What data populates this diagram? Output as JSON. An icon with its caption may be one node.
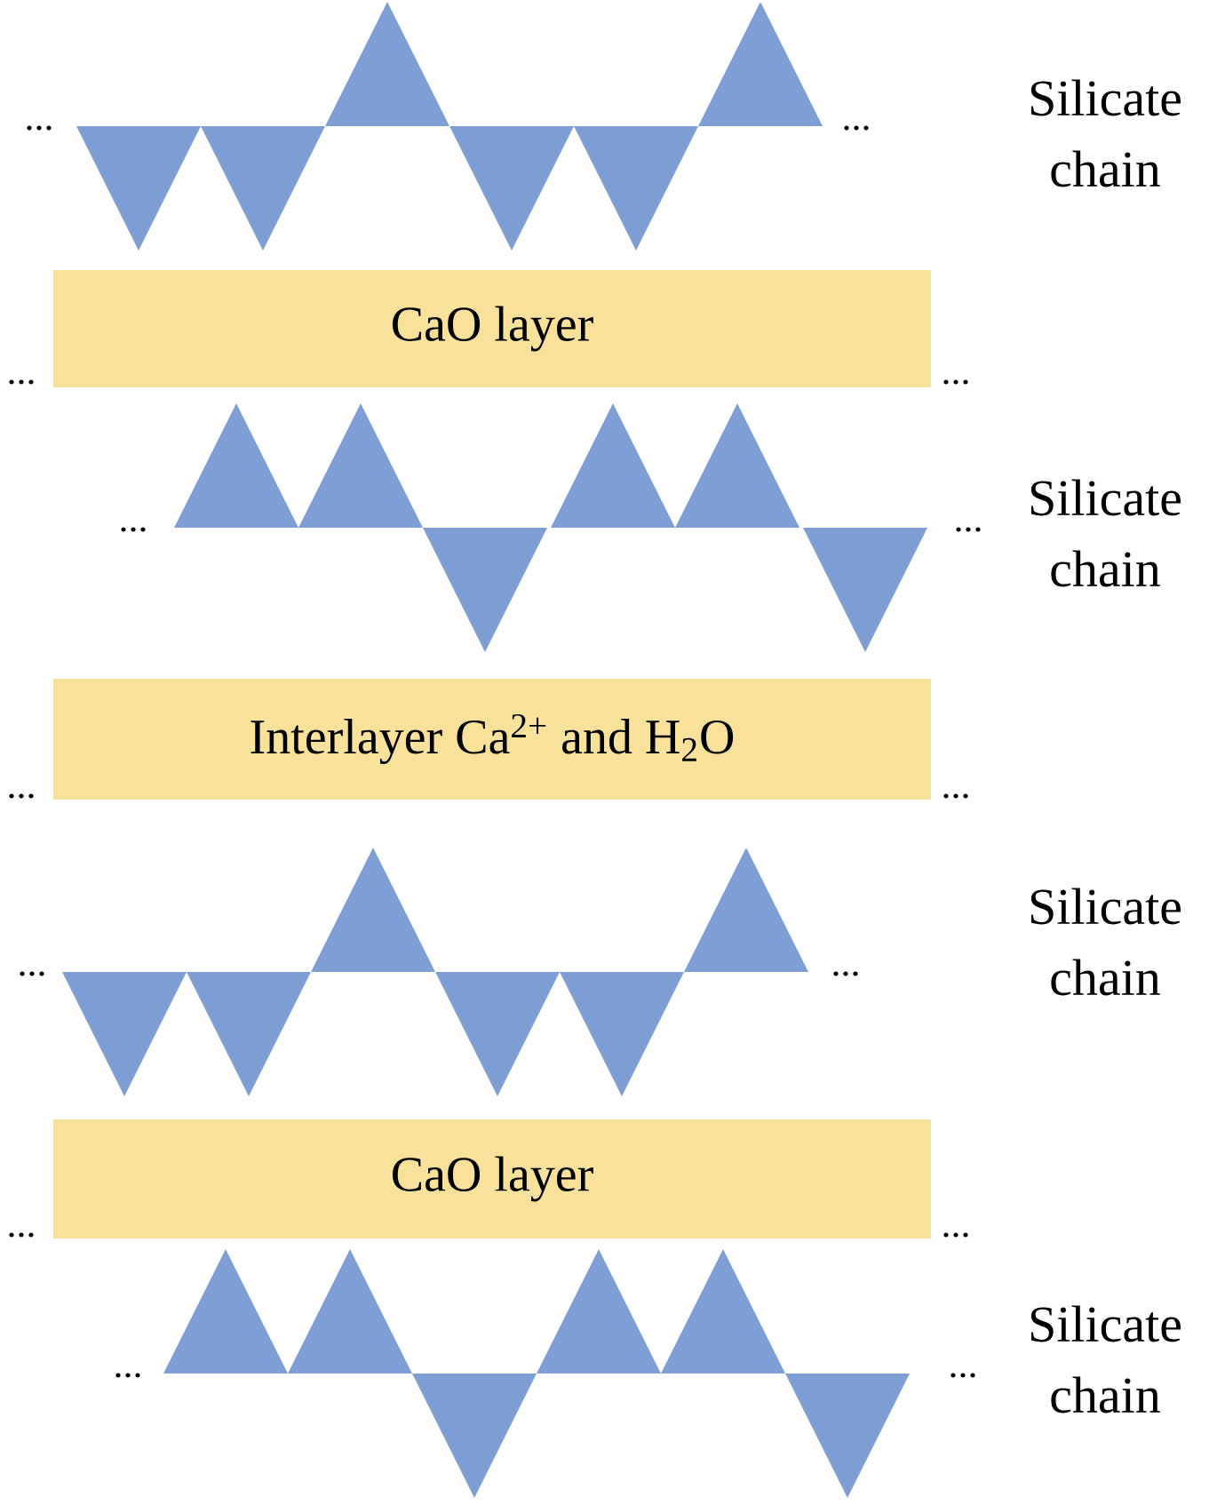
{
  "diagram": {
    "nodes": [
      {
        "text": [
          "CaO layer"
        ]
      },
      {
        "text": [
          "Interlayer Ca$^{2+}$ and H$_{2}$O"
        ]
      },
      {
        "text": [
          "CaO layer"
        ]
      }
    ],
    "labels": [
      "...",
      "...",
      "Silicate chain",
      "...",
      "...",
      "...",
      "...",
      "Silicate chain",
      "...",
      "...",
      "...",
      "...",
      "Silicate chain",
      "...",
      "...",
      "...",
      "...",
      "Silicate chain"
    ]
  }
}
